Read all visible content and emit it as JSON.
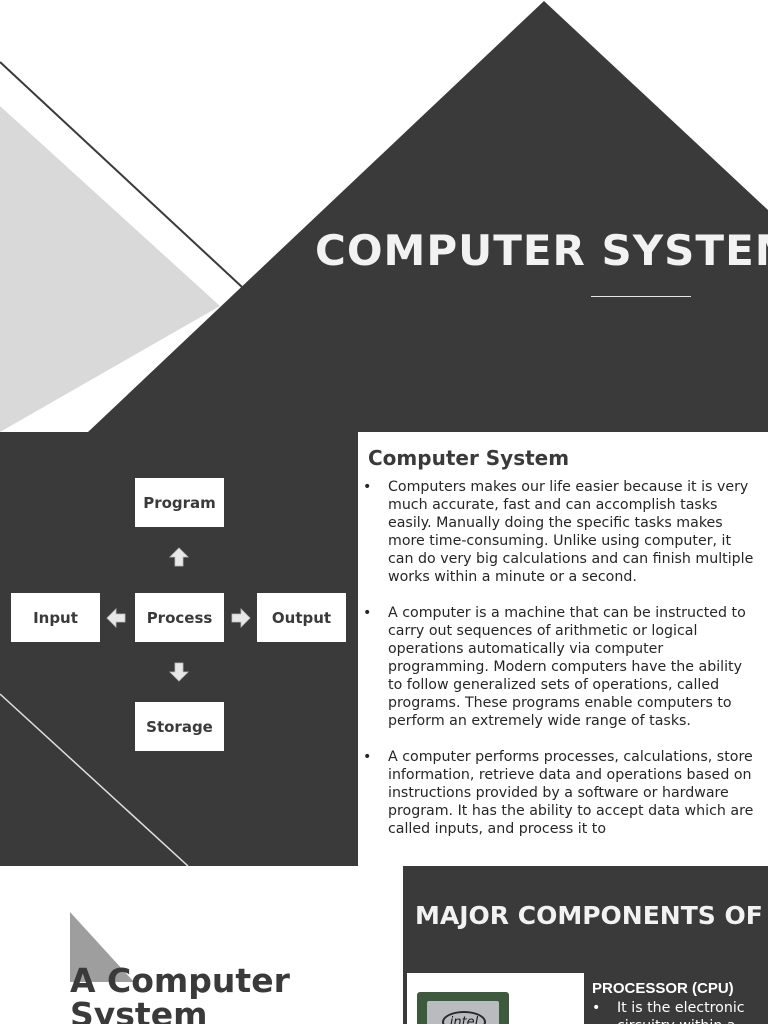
{
  "slide1": {
    "title": "COMPUTER SYSTEM"
  },
  "slide2": {
    "diagram": {
      "program": "Program",
      "input": "Input",
      "process": "Process",
      "output": "Output",
      "storage": "Storage"
    },
    "heading": "Computer System",
    "bullets": [
      "Computers makes our life easier because it is very much accurate, fast and can accomplish tasks easily. Manually doing the specific tasks makes more time-consuming. Unlike using computer, it can do very big calculations and can finish multiple works within a minute or a second.",
      "A computer is a machine that can be instructed to carry out sequences of arithmetic or logical operations automatically via computer programming. Modern computers have the ability to follow generalized sets of operations, called programs. These programs enable computers to perform an extremely wide range of tasks.",
      "A computer performs processes, calculations, store information, retrieve data and operations based on instructions provided by a software or hardware program. It has the ability to accept data which are called inputs, and process it to"
    ]
  },
  "slide3": {
    "title": "A Computer System",
    "heading": "MAJOR COMPONENTS OF A COMPUTER SYSTEM",
    "subheading": "PROCESSOR (CPU)",
    "bullet": "It is the electronic circuitry within a",
    "chip_brand": "intel"
  },
  "colors": {
    "dark": "#3a3a3a",
    "light_gray": "#d9d9d9",
    "white": "#ffffff"
  }
}
